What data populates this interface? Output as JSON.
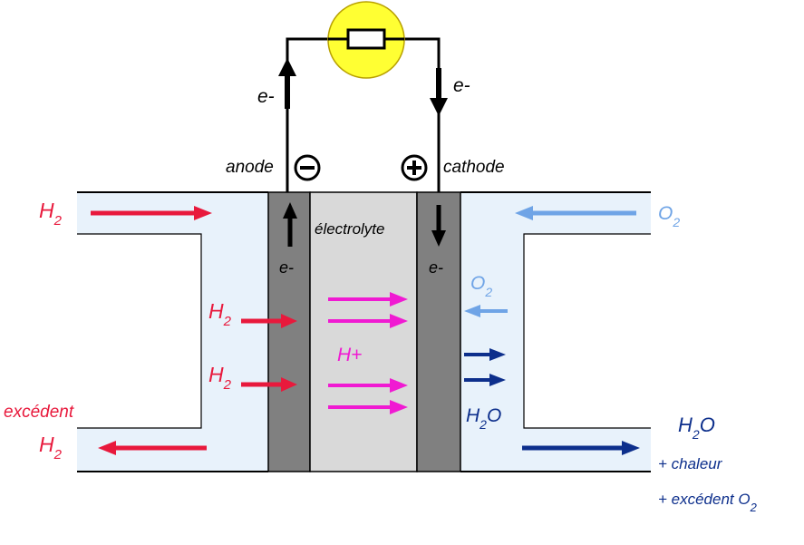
{
  "colors": {
    "h2": "#e8193c",
    "o2": "#6fa4e6",
    "h2o": "#0d2f8c",
    "proton": "#f01ad2",
    "channel_fill": "#e8f2fb",
    "electrode": "#808080",
    "electrolyte": "#d9d9d9",
    "lamp": "#ffff33",
    "wire": "#000000"
  },
  "labels": {
    "electron": "e-",
    "anode": "anode",
    "cathode": "cathode",
    "electrolyte": "électrolyte",
    "h2": "H",
    "h2_sub": "2",
    "o2": "O",
    "o2_sub": "2",
    "proton": "H+",
    "water_h": "H",
    "water_sub": "2",
    "water_o": "O",
    "excess": "excédent",
    "heat": "+ chaleur",
    "excess_o2_prefix": "+ excédent O",
    "excess_o2_sub": "2"
  },
  "symbols": {
    "minus": "−",
    "plus": "+"
  },
  "icons": {
    "lamp": "resistor-lamp-icon",
    "minus": "minus-circle-icon",
    "plus": "plus-circle-icon"
  }
}
